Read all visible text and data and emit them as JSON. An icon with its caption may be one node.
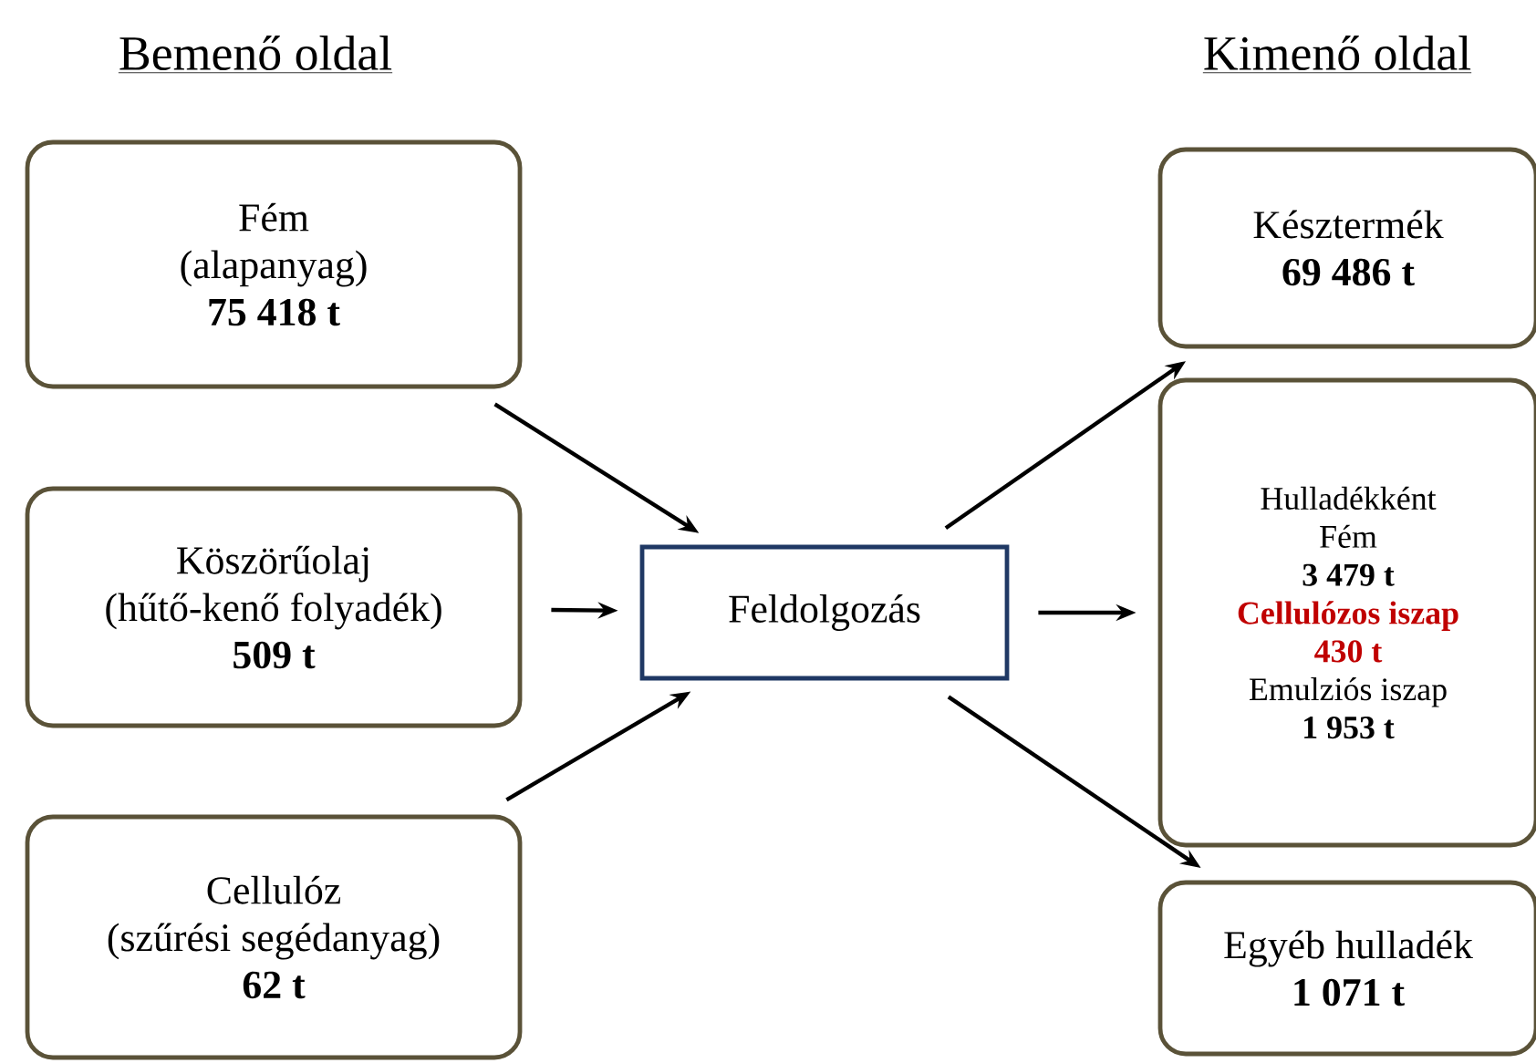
{
  "diagram": {
    "nodes": [
      {
        "text": [
          "Fém",
          "(alapanyag)",
          "75 418 t"
        ]
      },
      {
        "text": [
          "Köszörűolaj",
          "(hűtő-kenő folyadék)",
          "509 t"
        ]
      },
      {
        "text": [
          "Cellulóz",
          "(szűrési segédanyag)",
          "62 t"
        ]
      },
      {
        "text": [
          "Feldolgozás"
        ]
      },
      {
        "text": [
          "Késztermék",
          "69 486 t"
        ]
      },
      {
        "text": [
          "Hulladékként",
          "Fém",
          "3 479 t",
          "Cellulózos iszap",
          "430 t",
          "Emulziós iszap",
          "1 953 t"
        ]
      },
      {
        "text": [
          "Egyéb hulladék",
          "1 071 t"
        ]
      }
    ],
    "edges": [
      {
        "from": 0,
        "to": 3,
        "arrow": "to"
      },
      {
        "from": 1,
        "to": 3,
        "arrow": "to"
      },
      {
        "from": 2,
        "to": 3,
        "arrow": "to"
      },
      {
        "from": 3,
        "to": 4,
        "arrow": "to"
      },
      {
        "from": 3,
        "to": 5,
        "arrow": "to"
      },
      {
        "from": 3,
        "to": 6,
        "arrow": "to"
      }
    ],
    "labels": [
      "Bemenő oldal",
      "Kimenő oldal"
    ]
  }
}
